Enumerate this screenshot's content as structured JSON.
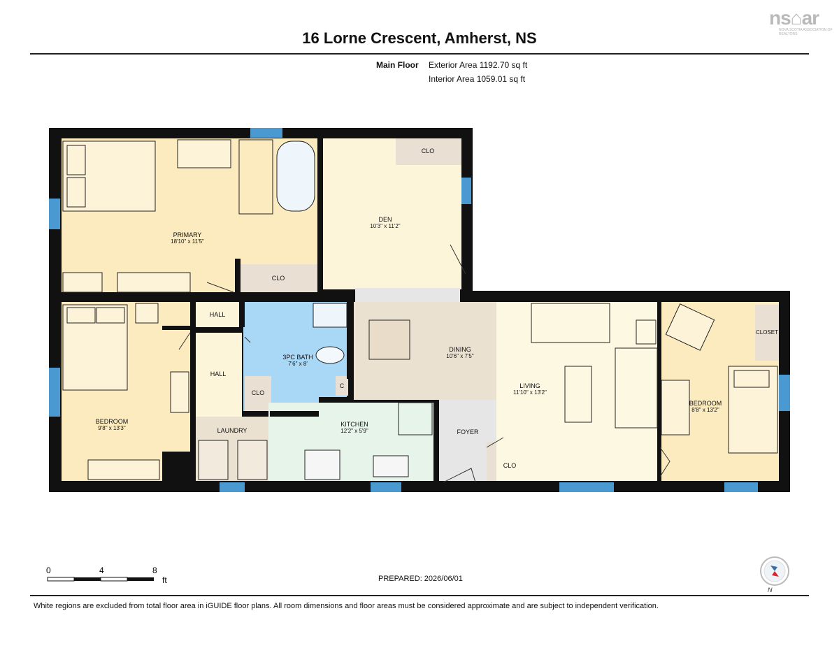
{
  "logo": {
    "text": "ns⌂ar",
    "subtitle": "Nova Scotia Association of Realtors"
  },
  "header": {
    "title": "16 Lorne Crescent, Amherst, NS",
    "floor_label": "Main Floor",
    "exterior_area": "Exterior Area 1192.70 sq ft",
    "interior_area": "Interior Area 1059.01 sq ft"
  },
  "rooms": {
    "primary": {
      "name": "PRIMARY",
      "dims": "18'10\" x 11'5\""
    },
    "primary_clo": {
      "name": "CLO"
    },
    "den": {
      "name": "DEN",
      "dims": "10'3\" x 11'2\""
    },
    "den_clo": {
      "name": "CLO"
    },
    "hall_top": {
      "name": "HALL"
    },
    "hall": {
      "name": "HALL"
    },
    "bath": {
      "name": "3PC BATH",
      "dims": "7'6\" x 8'"
    },
    "bath_clo": {
      "name": "CLO"
    },
    "bath_c": {
      "name": "C"
    },
    "dining": {
      "name": "DINING",
      "dims": "10'6\" x 7'5\""
    },
    "living": {
      "name": "LIVING",
      "dims": "11'10\" x 13'2\""
    },
    "bedroom_right": {
      "name": "BEDROOM",
      "dims": "8'8\" x 13'2\""
    },
    "closet": {
      "name": "CLOSET"
    },
    "bedroom_left": {
      "name": "BEDROOM",
      "dims": "9'8\" x 13'3\""
    },
    "laundry": {
      "name": "LAUNDRY"
    },
    "kitchen": {
      "name": "KITCHEN",
      "dims": "12'2\" x 5'9\""
    },
    "foyer": {
      "name": "FOYER"
    },
    "foyer_clo": {
      "name": "CLO"
    }
  },
  "scale": {
    "labels": [
      "0",
      "4",
      "8"
    ],
    "unit": "ft"
  },
  "footer": {
    "prepared": "PREPARED: 2026/06/01",
    "compass_label": "N",
    "disclaimer": "White regions are excluded from total floor area in iGUIDE floor plans. All room dimensions and floor areas must be considered approximate and are subject to independent verification."
  },
  "colors": {
    "bedroom": "#fbebbf",
    "den": "#fdf5da",
    "living": "#fdf8e2",
    "dining": "#ebe1d1",
    "bath": "#a9d8f7",
    "kitchen": "#e6f4e9",
    "foyer": "#e6e6e6",
    "closet": "#e9e0d3",
    "wall": "#111111",
    "window": "#4a9ad1"
  }
}
